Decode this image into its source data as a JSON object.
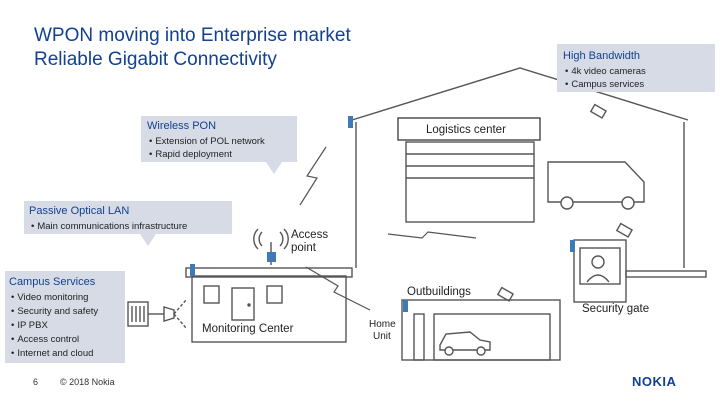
{
  "title": {
    "line1": "WPON moving into Enterprise market",
    "line2": "Reliable Gigabit Connectivity"
  },
  "callouts": {
    "high_bandwidth": {
      "heading": "High Bandwidth",
      "items": [
        "4k video cameras",
        "Campus services"
      ]
    },
    "wireless_pon": {
      "heading": "Wireless PON",
      "items": [
        "Extension of POL network",
        "Rapid deployment"
      ]
    },
    "passive_lan": {
      "heading": "Passive Optical LAN",
      "items": [
        "Main communications infrastructure"
      ]
    },
    "campus_services": {
      "heading": "Campus Services",
      "items": [
        "Video monitoring",
        "Security and safety",
        "IP PBX",
        "Access control",
        "Internet and cloud"
      ]
    }
  },
  "labels": {
    "logistics": "Logistics center",
    "access_point_1": "Access",
    "access_point_2": "point",
    "outbuildings": "Outbuildings",
    "security_gate": "Security gate",
    "monitoring": "Monitoring Center",
    "home_unit_1": "Home",
    "home_unit_2": "Unit"
  },
  "footer": {
    "page": "6",
    "copyright": "© 2018 Nokia",
    "logo": "NOKIA"
  },
  "colors": {
    "brand": "#124191",
    "callout_bg": "#d6dbe6",
    "line": "#555555"
  }
}
